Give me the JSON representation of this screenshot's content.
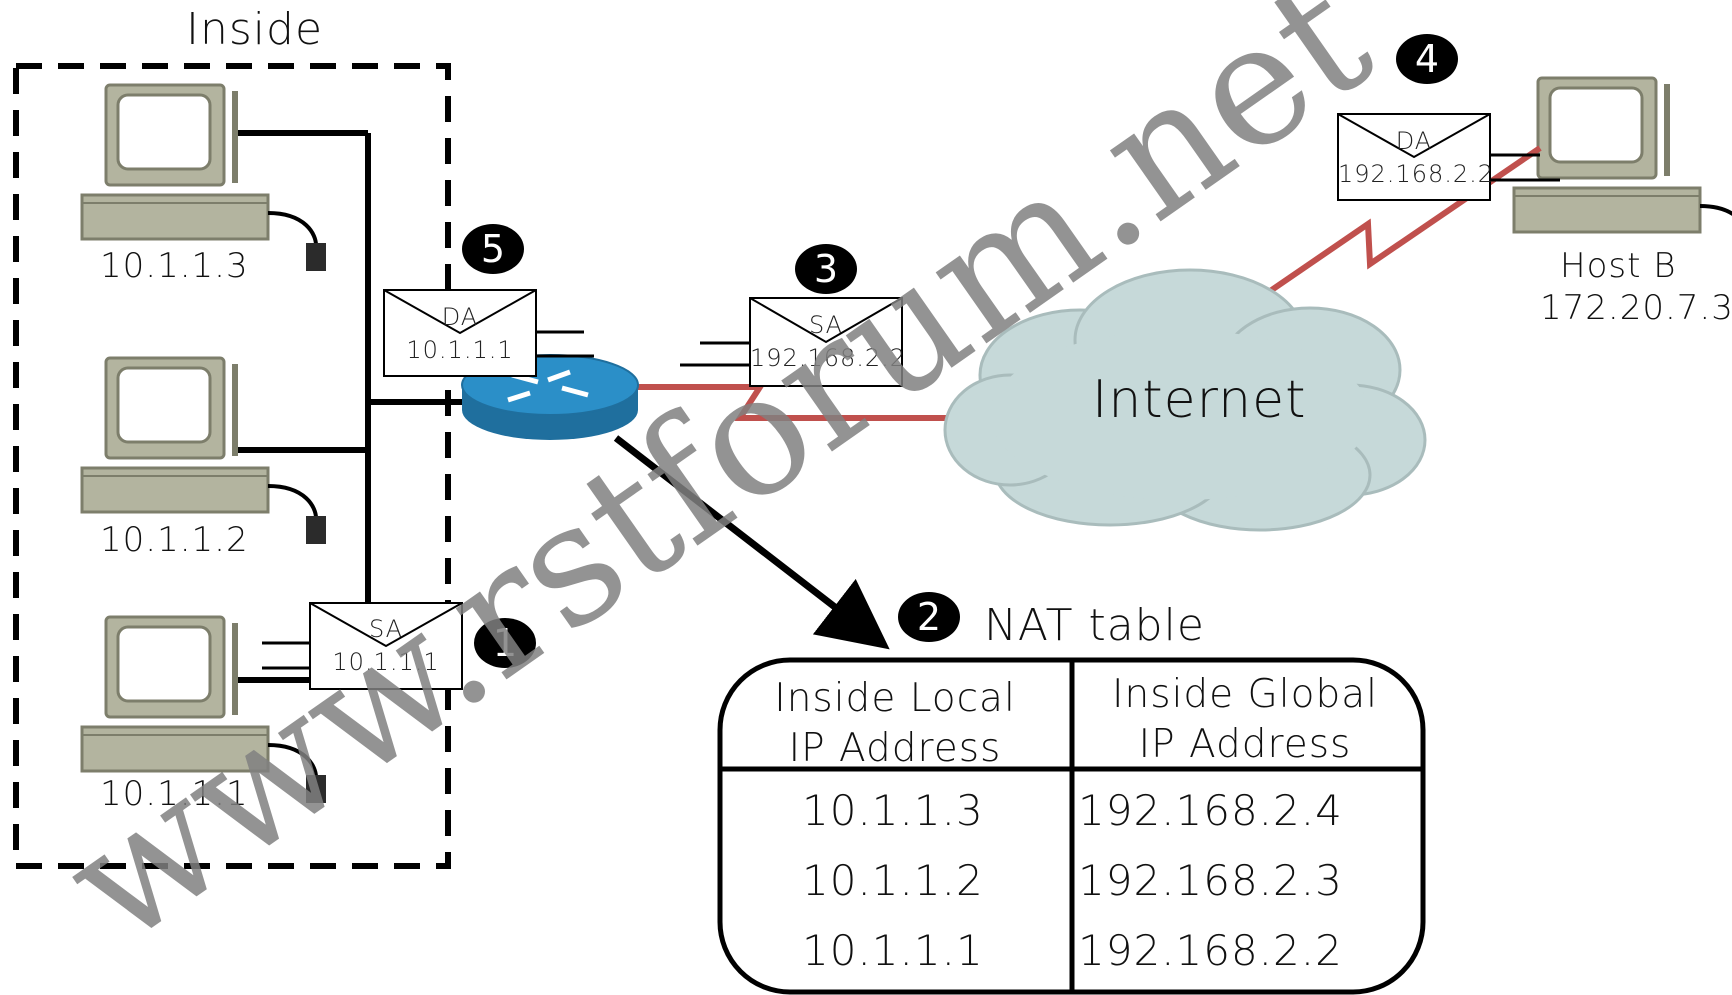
{
  "zone": {
    "label": "Inside"
  },
  "hosts": [
    {
      "ip": "10.1.1.3"
    },
    {
      "ip": "10.1.1.2"
    },
    {
      "ip": "10.1.1.1"
    }
  ],
  "remote_host": {
    "name": "Host B",
    "ip": "172.20.7.3"
  },
  "cloud": {
    "label": "Internet"
  },
  "packets": [
    {
      "step": "1",
      "field": "SA",
      "address": "10.1.1.1"
    },
    {
      "step": "3",
      "field": "SA",
      "address": "192.168.2.2"
    },
    {
      "step": "4",
      "field": "DA",
      "address": "192.168.2.2"
    },
    {
      "step": "5",
      "field": "DA",
      "address": "10.1.1.1"
    }
  ],
  "nat_table": {
    "step": "2",
    "title": "NAT table",
    "headers": [
      {
        "line1": "Inside Local",
        "line2": "IP Address"
      },
      {
        "line1": "Inside Global",
        "line2": "IP Address"
      }
    ],
    "rows": [
      {
        "local": "10.1.1.3",
        "global": "192.168.2.4"
      },
      {
        "local": "10.1.1.2",
        "global": "192.168.2.3"
      },
      {
        "local": "10.1.1.1",
        "global": "192.168.2.2"
      }
    ]
  },
  "watermark": "www.rstforum.net",
  "colors": {
    "wan_link": "#c0504d",
    "router": "#2b8fc8",
    "cloud": "#c6d9d9",
    "computer": "#b3b49f",
    "watermark": "#808080"
  }
}
